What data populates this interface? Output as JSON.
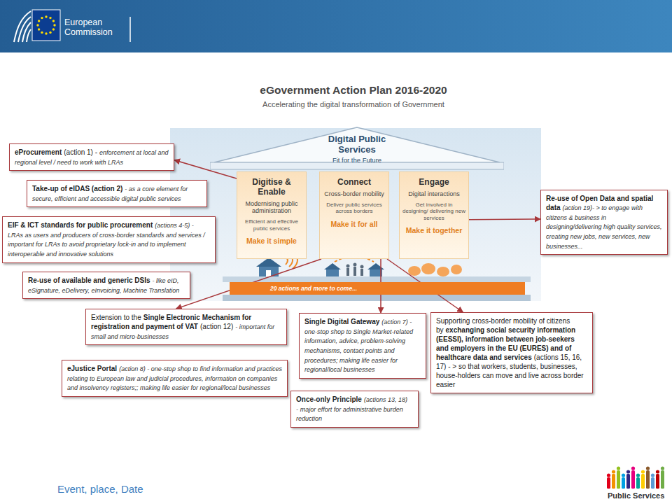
{
  "diagram": {
    "title": "eGovernment Action Plan 2016-2020",
    "nodes": [
      {
        "text": [
          "Digital Public Services",
          "Fit for the Future"
        ]
      },
      {
        "text": [
          "Digitise & Enable",
          "Modernising public administration",
          "Efficient and effective public services",
          "Make it simple"
        ]
      },
      {
        "text": [
          "Connect",
          "Cross-border mobility",
          "Deliver public services across borders",
          "Make it for all"
        ]
      },
      {
        "text": [
          "Engage",
          "Digital interactions",
          "Get involved in designing/ delivering new services",
          "Make it together"
        ]
      },
      {
        "text": [
          "20 actions and more to come..."
        ]
      },
      {
        "text": [
          "eProcurement",
          "(action 1) -",
          "enforcement at local and regional level / need to work with LRAs"
        ]
      },
      {
        "text": [
          "Take-up of eIDAS (action 2)",
          "- as a core element for secure, efficient and accessible digital public services"
        ]
      },
      {
        "text": [
          "EIF & ICT standards for public procurement",
          "(actions 4-5) - LRAs as users and producers of cross-border standards and services / important for LRAs to avoid proprietary lock-in and to implement interoperable and innovative solutions"
        ]
      },
      {
        "text": [
          "Re-use of Open Data and spatial data",
          "(action 19)- > to engage with citizens & business in designing/delivering high quality services, creating new jobs, new services, new businesses..."
        ]
      },
      {
        "text": [
          "Re-use of available and generic DSIs",
          "- like eID, eSignature, eDelivery, eInvoicing, Machine Translation"
        ]
      },
      {
        "text": [
          "Extension to the",
          "Single Electronic Mechanism for registration and payment of VAT",
          "(action 12)",
          "- important for small and micro-businesses"
        ]
      },
      {
        "text": [
          "Single Digital Gateway",
          "(action 7) -",
          "one-stop shop to Single Market-related information, advice, problem-solving mechanisms, contact points and procedures; making life easier for regional/local businesses"
        ]
      },
      {
        "text": [
          "Supporting cross-border mobility of citizens by",
          "exchanging social security information (EESSI), information between job-seekers and employers in the EU (EURES) and of healthcare data and services",
          "(actions 15, 16, 17) - > so that workers, students, businesses, house-holders can move and live across border easier"
        ]
      },
      {
        "text": [
          "eJustice Portal",
          "(action 8) -",
          "one-stop shop to find information and practices relating to European law and judicial procedures, information on companies and insolvency registers;; making life easier for regional/local businesses"
        ]
      },
      {
        "text": [
          "Once-only Principle",
          "(actions 13, 18) -",
          "major effort for administrative burden reduction"
        ]
      }
    ],
    "edges": [
      {
        "from": 1,
        "to": 5,
        "arrow": "to"
      },
      {
        "from": 3,
        "to": 8,
        "arrow": "to"
      },
      {
        "from": 2,
        "to": 10,
        "arrow": "to"
      },
      {
        "from": 2,
        "to": 11,
        "arrow": "to"
      },
      {
        "from": 2,
        "to": 12,
        "arrow": "to"
      }
    ],
    "labels": [
      "European Commission",
      "Accelerating the digital transformation of Government",
      "Event, place, Date",
      "Public Services"
    ]
  }
}
